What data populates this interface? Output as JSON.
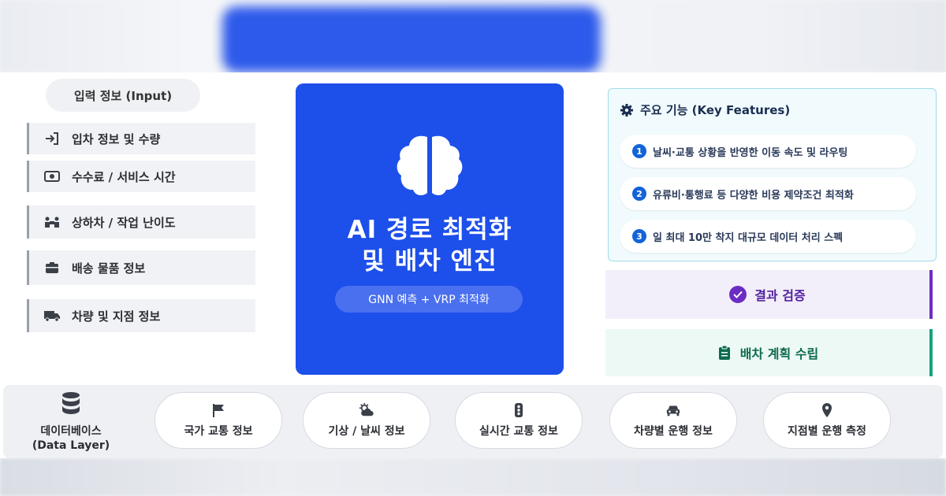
{
  "input": {
    "header": "입력 정보 (Input)",
    "items": [
      {
        "label": "입차 정보 및 수량",
        "icon": "enter-icon"
      },
      {
        "label": "수수료 / 서비스 시간",
        "icon": "money-icon"
      },
      {
        "label": "상하차 / 작업 난이도",
        "icon": "workers-icon"
      },
      {
        "label": "배송 물품 정보",
        "icon": "box-icon"
      },
      {
        "label": "차량 및 지점 정보",
        "icon": "truck-icon"
      }
    ]
  },
  "engine": {
    "title_line1": "AI 경로 최적화",
    "title_line2": "및 배차 엔진",
    "subtitle": "GNN 예측 + VRP 최적화",
    "color": "#1d4fea"
  },
  "features": {
    "title": "주요 기능 (Key Features)",
    "items": [
      {
        "num": "1",
        "text": "날씨·교통 상황을 반영한 이동 속도 및 라우팅"
      },
      {
        "num": "2",
        "text": "유류비·통행료 등 다양한 비용 제약조건 최적화"
      },
      {
        "num": "3",
        "text": "일 최대 10만 착지 대규모 데이터 처리 스펙"
      }
    ]
  },
  "outputs": {
    "verify": "결과 검증",
    "dispatch": "배차 계획 수립",
    "verify_color": "#6c2cc4",
    "dispatch_color": "#17a37e"
  },
  "data_layer": {
    "label_line1": "데이터베이스",
    "label_line2": "(Data Layer)",
    "sources": [
      {
        "label": "국가 교통 정보",
        "icon": "flag-icon"
      },
      {
        "label": "기상 / 날씨 정보",
        "icon": "weather-icon"
      },
      {
        "label": "실시간 교통 정보",
        "icon": "traffic-light-icon"
      },
      {
        "label": "차량별 운행 정보",
        "icon": "car-icon"
      },
      {
        "label": "지점별 운행 측정",
        "icon": "map-pin-icon"
      }
    ]
  }
}
